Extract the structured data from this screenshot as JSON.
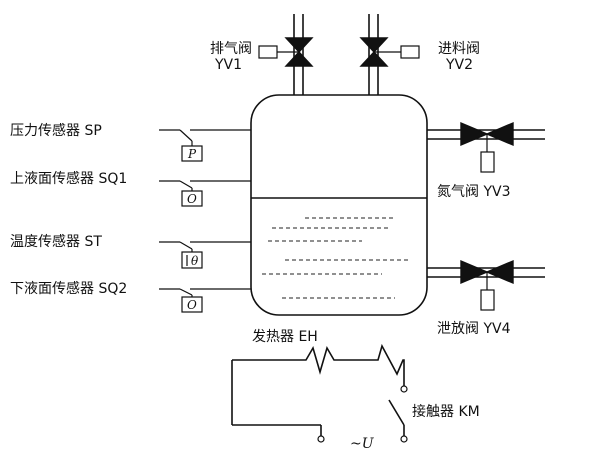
{
  "labels": {
    "exhaust_valve": "排气阀",
    "exhaust_valve_code": "YV1",
    "feed_valve": "进料阀",
    "feed_valve_code": "YV2",
    "pressure_sensor": "压力传感器 SP",
    "upper_level_sensor": "上液面传感器 SQ1",
    "temperature_sensor": "温度传感器 ST",
    "lower_level_sensor": "下液面传感器 SQ2",
    "nitrogen_valve": "氮气阀 YV3",
    "drain_valve": "泄放阀 YV4",
    "heater": "发热器 EH",
    "contactor": "接触器 KM",
    "supply": "~U"
  },
  "gauge_symbols": {
    "pressure": "P",
    "upper_level": "O",
    "temperature": "θ",
    "lower_level": "O"
  },
  "colors": {
    "line": "#111111",
    "background": "#ffffff"
  }
}
